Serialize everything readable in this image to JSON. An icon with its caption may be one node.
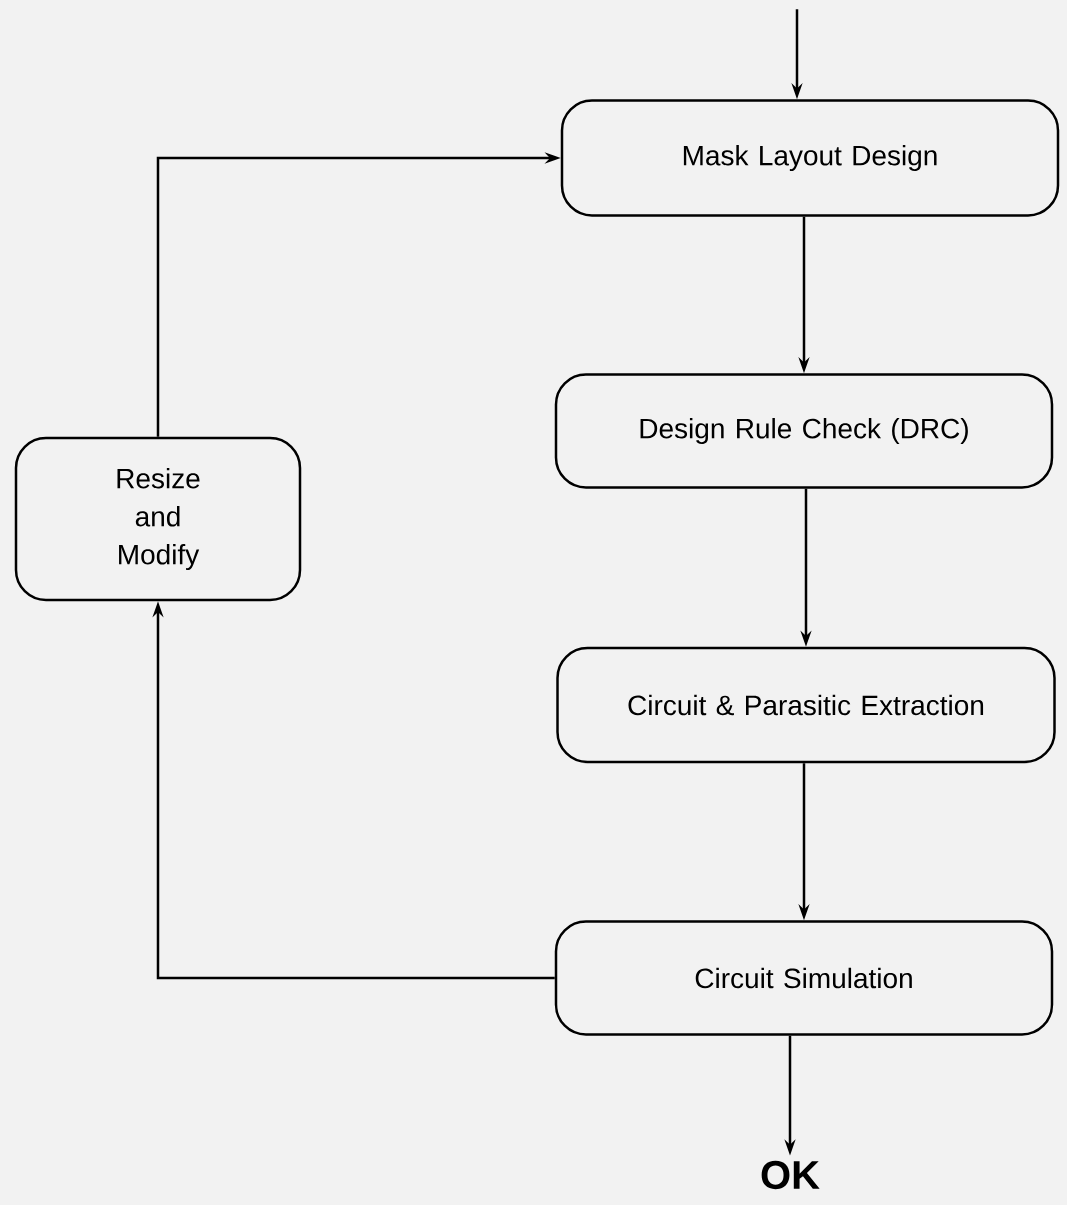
{
  "diagram": {
    "nodes": [
      {
        "text": [
          "Mask Layout Design"
        ]
      },
      {
        "text": [
          "Design Rule Check (DRC)"
        ]
      },
      {
        "text": [
          "Circuit & Parasitic Extraction"
        ]
      },
      {
        "text": [
          "Circuit Simulation"
        ]
      },
      {
        "text": [
          "Resize and Modify"
        ]
      },
      {
        "text": [
          "OK"
        ]
      }
    ],
    "edges": [
      {
        "from": null,
        "to": 0,
        "arrow": "to"
      },
      {
        "from": 0,
        "to": 1,
        "arrow": "to"
      },
      {
        "from": 1,
        "to": 2,
        "arrow": "to"
      },
      {
        "from": 2,
        "to": 3,
        "arrow": "to"
      },
      {
        "from": 3,
        "to": 5,
        "arrow": "to"
      },
      {
        "from": 3,
        "to": 4,
        "arrow": "to"
      },
      {
        "from": 4,
        "to": 0,
        "arrow": "to"
      }
    ]
  }
}
